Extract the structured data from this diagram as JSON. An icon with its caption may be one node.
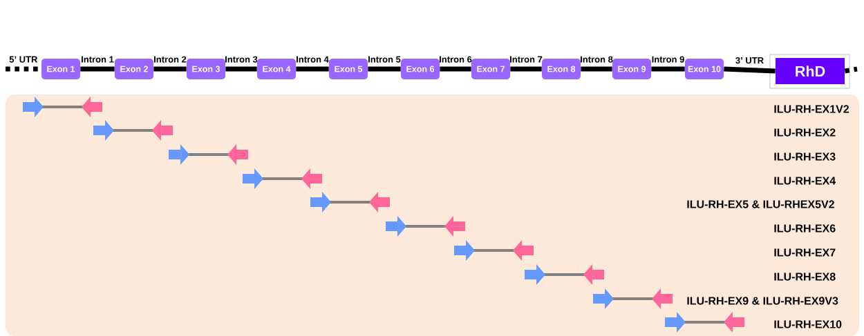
{
  "diagram": {
    "nodes": [
      {
        "text": [
          "Exon 1"
        ]
      },
      {
        "text": [
          "Exon 2"
        ]
      },
      {
        "text": [
          "Exon 3"
        ]
      },
      {
        "text": [
          "Exon 4"
        ]
      },
      {
        "text": [
          "Exon 5"
        ]
      },
      {
        "text": [
          "Exon 6"
        ]
      },
      {
        "text": [
          "Exon 7"
        ]
      },
      {
        "text": [
          "Exon 8"
        ]
      },
      {
        "text": [
          "Exon 9"
        ]
      },
      {
        "text": [
          "Exon 10"
        ]
      },
      {
        "text": [
          "RhD"
        ]
      },
      {
        "text": [
          "ILU-RH-EX1V2",
          "ILU-RH-EX2",
          "ILU-RH-EX3",
          "ILU-RH-EX4",
          "ILU-RH-EX5 & ILU-RHEX5V2",
          "ILU-RH-EX6",
          "ILU-RH-EX7",
          "ILU-RH-EX8",
          "ILU-RH-EX9 & ILU-RH-EX9V3",
          "ILU-RH-EX10"
        ]
      }
    ],
    "edges": [
      {
        "from": null,
        "to": 0,
        "arrow": "none",
        "style": "dashed",
        "label": "5’ UTR"
      },
      {
        "from": 0,
        "to": 1,
        "arrow": "none",
        "label": "Intron 1"
      },
      {
        "from": 1,
        "to": 2,
        "arrow": "none",
        "label": "Intron 2"
      },
      {
        "from": 2,
        "to": 3,
        "arrow": "none",
        "label": "Intron 3"
      },
      {
        "from": 3,
        "to": 4,
        "arrow": "none",
        "label": "Intron 4"
      },
      {
        "from": 4,
        "to": 5,
        "arrow": "none",
        "label": "Intron 5"
      },
      {
        "from": 5,
        "to": 6,
        "arrow": "none",
        "label": "Intron 6"
      },
      {
        "from": 6,
        "to": 7,
        "arrow": "none",
        "label": "Intron 7"
      },
      {
        "from": 7,
        "to": 8,
        "arrow": "none",
        "label": "Intron 8"
      },
      {
        "from": 8,
        "to": 9,
        "arrow": "none",
        "label": "Intron 9"
      },
      {
        "from": 9,
        "to": 10,
        "arrow": "none",
        "label": "3’ UTR"
      },
      {
        "from": 10,
        "to": null,
        "arrow": "none",
        "style": "dashed"
      }
    ]
  }
}
